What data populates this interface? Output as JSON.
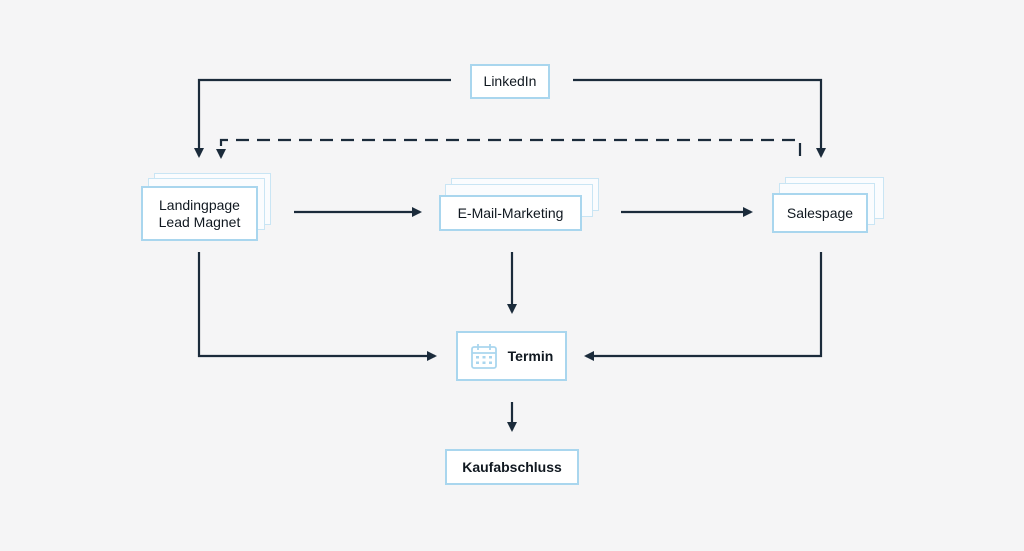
{
  "nodes": {
    "linkedin": {
      "label": "LinkedIn"
    },
    "landingpage": {
      "line1": "Landingpage",
      "line2": "Lead Magnet"
    },
    "email": {
      "label": "E-Mail-Marketing"
    },
    "salespage": {
      "label": "Salespage"
    },
    "termin": {
      "label": "Termin",
      "icon": "calendar-icon"
    },
    "kaufabschluss": {
      "label": "Kaufabschluss"
    }
  },
  "edges": [
    {
      "from": "linkedin",
      "to": "landingpage",
      "style": "solid"
    },
    {
      "from": "linkedin",
      "to": "salespage",
      "style": "solid"
    },
    {
      "from": "salespage",
      "to": "landingpage",
      "style": "dashed"
    },
    {
      "from": "landingpage",
      "to": "email",
      "style": "solid"
    },
    {
      "from": "email",
      "to": "salespage",
      "style": "solid"
    },
    {
      "from": "email",
      "to": "termin",
      "style": "solid"
    },
    {
      "from": "landingpage",
      "to": "termin",
      "style": "solid"
    },
    {
      "from": "salespage",
      "to": "termin",
      "style": "solid"
    },
    {
      "from": "termin",
      "to": "kaufabschluss",
      "style": "solid"
    }
  ],
  "colors": {
    "background": "#f5f5f6",
    "line": "#1b2b3b",
    "box_border": "#a9d6ee",
    "stack_border": "#c9e5f4",
    "text": "#101820"
  }
}
